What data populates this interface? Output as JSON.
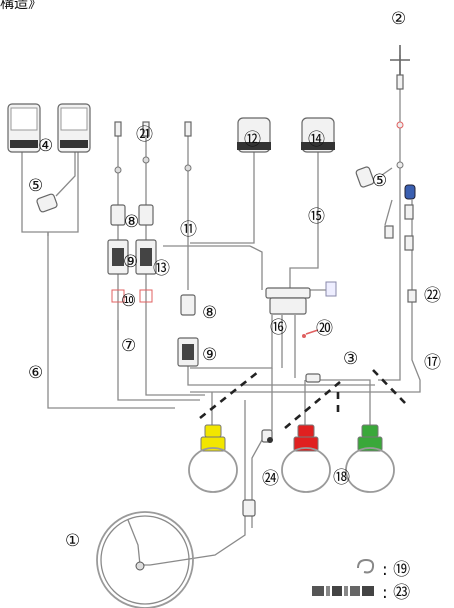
{
  "header": {
    "title": "構造》"
  },
  "callouts": {
    "c1": "①",
    "c2": "②",
    "c3": "③",
    "c4": "④",
    "c5a": "⑤",
    "c5b": "⑤",
    "c6": "⑥",
    "c7": "⑦",
    "c8a": "⑧",
    "c8b": "⑧",
    "c9a": "⑨",
    "c9b": "⑨",
    "c10": "⑩",
    "c11": "⑪",
    "c12": "⑫",
    "c13": "⑬",
    "c14": "⑭",
    "c15": "⑮",
    "c16": "⑯",
    "c17": "⑰",
    "c18": "⑱",
    "c20": "⑳",
    "c21": "㉑",
    "c22": "㉒",
    "c24": "㉔"
  },
  "legend": [
    {
      "symbol": "clamp-ring",
      "label": ": ⑲"
    },
    {
      "symbol": "connector-strip",
      "label": ": ㉓"
    }
  ],
  "colors": {
    "yellow": "#f2e600",
    "red": "#e02020",
    "green": "#3aa83a",
    "tube": "#8a8a8a"
  }
}
